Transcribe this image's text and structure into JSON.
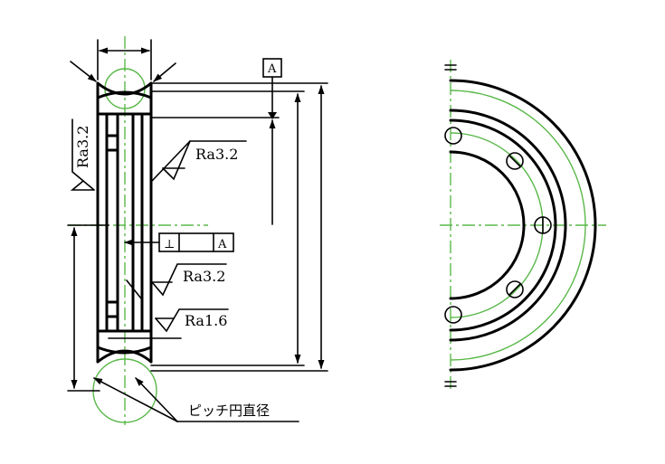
{
  "datum_label": "A",
  "flatness_frame": {
    "symbol": "⊥",
    "datum": "A"
  },
  "roughness": {
    "left_vertical": "Ra3.2",
    "upper": "Ra3.2",
    "middle": "Ra3.2",
    "lower": "Ra1.6"
  },
  "pitch_circle_label": "ピッチ円直径",
  "colors": {
    "line": "#000000",
    "center_line": "#5ab84a"
  }
}
